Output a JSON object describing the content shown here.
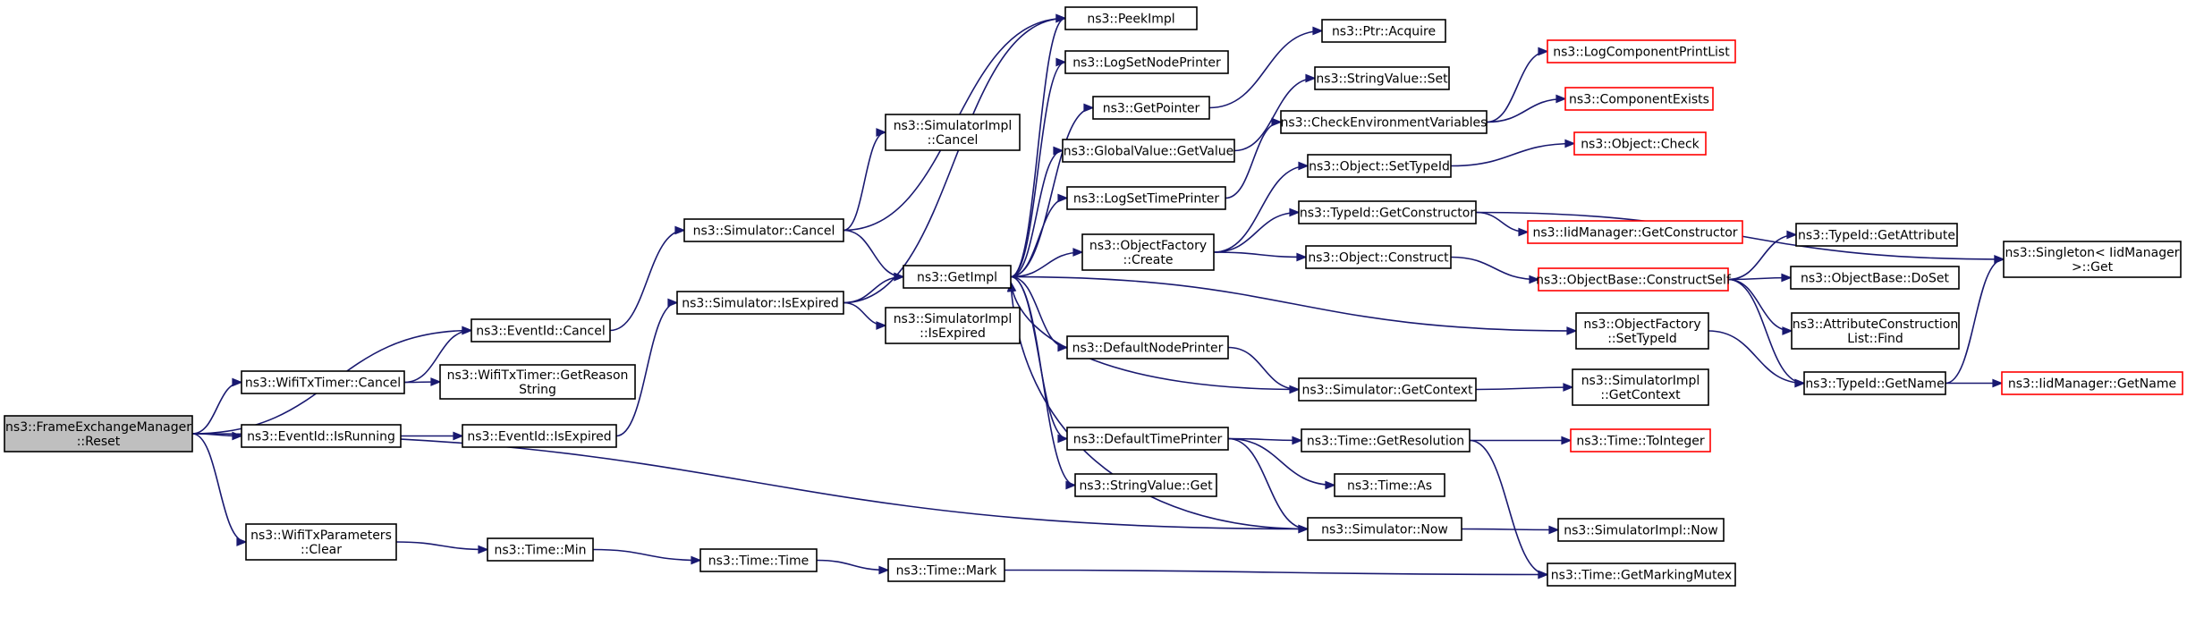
{
  "colors": {
    "edge": "#191970",
    "node_border": "#000000",
    "missing_border": "#ff0000",
    "root_fill": "#bfbfbf"
  },
  "nodes": [
    {
      "id": "reset",
      "lines": [
        "ns3::FrameExchangeManager",
        "::Reset"
      ],
      "style": "root"
    },
    {
      "id": "eventid_cancel",
      "lines": [
        "ns3::EventId::Cancel"
      ]
    },
    {
      "id": "wifitxtimer_cancel",
      "lines": [
        "ns3::WifiTxTimer::Cancel"
      ]
    },
    {
      "id": "getreasonstring",
      "lines": [
        "ns3::WifiTxTimer::GetReason",
        "String"
      ]
    },
    {
      "id": "eventid_isrunning",
      "lines": [
        "ns3::EventId::IsRunning"
      ]
    },
    {
      "id": "eventid_isexpired",
      "lines": [
        "ns3::EventId::IsExpired"
      ]
    },
    {
      "id": "wifitxparams_clear",
      "lines": [
        "ns3::WifiTxParameters",
        "::Clear"
      ]
    },
    {
      "id": "time_min",
      "lines": [
        "ns3::Time::Min"
      ]
    },
    {
      "id": "time_time",
      "lines": [
        "ns3::Time::Time"
      ]
    },
    {
      "id": "time_mark",
      "lines": [
        "ns3::Time::Mark"
      ]
    },
    {
      "id": "sim_cancel",
      "lines": [
        "ns3::Simulator::Cancel"
      ]
    },
    {
      "id": "sim_isexpired",
      "lines": [
        "ns3::Simulator::IsExpired"
      ]
    },
    {
      "id": "simimpl_cancel",
      "lines": [
        "ns3::SimulatorImpl",
        "::Cancel"
      ]
    },
    {
      "id": "simimpl_isexpired",
      "lines": [
        "ns3::SimulatorImpl",
        "::IsExpired"
      ]
    },
    {
      "id": "getimpl",
      "lines": [
        "ns3::GetImpl"
      ]
    },
    {
      "id": "peekimpl",
      "lines": [
        "ns3::PeekImpl"
      ]
    },
    {
      "id": "logsetnodeprinter",
      "lines": [
        "ns3::LogSetNodePrinter"
      ]
    },
    {
      "id": "getpointer",
      "lines": [
        "ns3::GetPointer"
      ]
    },
    {
      "id": "globalvalue_getvalue",
      "lines": [
        "ns3::GlobalValue::GetValue"
      ]
    },
    {
      "id": "logsettimeprinter",
      "lines": [
        "ns3::LogSetTimePrinter"
      ]
    },
    {
      "id": "objfactory_create",
      "lines": [
        "ns3::ObjectFactory",
        "::Create"
      ]
    },
    {
      "id": "defaultnodeprinter",
      "lines": [
        "ns3::DefaultNodePrinter"
      ]
    },
    {
      "id": "defaulttimeprinter",
      "lines": [
        "ns3::DefaultTimePrinter"
      ]
    },
    {
      "id": "stringvalue_get",
      "lines": [
        "ns3::StringValue::Get"
      ]
    },
    {
      "id": "ptr_acquire",
      "lines": [
        "ns3::Ptr::Acquire"
      ]
    },
    {
      "id": "stringvalue_set",
      "lines": [
        "ns3::StringValue::Set"
      ]
    },
    {
      "id": "checkenv",
      "lines": [
        "ns3::CheckEnvironmentVariables"
      ]
    },
    {
      "id": "object_settypeid",
      "lines": [
        "ns3::Object::SetTypeId"
      ]
    },
    {
      "id": "typeid_getconstructor",
      "lines": [
        "ns3::TypeId::GetConstructor"
      ]
    },
    {
      "id": "object_construct",
      "lines": [
        "ns3::Object::Construct"
      ]
    },
    {
      "id": "objfactory_settypeid",
      "lines": [
        "ns3::ObjectFactory",
        "::SetTypeId"
      ]
    },
    {
      "id": "sim_getcontext",
      "lines": [
        "ns3::Simulator::GetContext"
      ]
    },
    {
      "id": "time_getresolution",
      "lines": [
        "ns3::Time::GetResolution"
      ]
    },
    {
      "id": "time_as",
      "lines": [
        "ns3::Time::As"
      ]
    },
    {
      "id": "sim_now",
      "lines": [
        "ns3::Simulator::Now"
      ]
    },
    {
      "id": "logcomponentprintlist",
      "lines": [
        "ns3::LogComponentPrintList"
      ],
      "style": "red"
    },
    {
      "id": "componentexists",
      "lines": [
        "ns3::ComponentExists"
      ],
      "style": "red"
    },
    {
      "id": "object_check",
      "lines": [
        "ns3::Object::Check"
      ],
      "style": "red"
    },
    {
      "id": "iidmanager_getconstructor",
      "lines": [
        "ns3::IidManager::GetConstructor"
      ],
      "style": "red"
    },
    {
      "id": "objectbase_constructself",
      "lines": [
        "ns3::ObjectBase::ConstructSelf"
      ],
      "style": "red"
    },
    {
      "id": "simimpl_getcontext",
      "lines": [
        "ns3::SimulatorImpl",
        "::GetContext"
      ]
    },
    {
      "id": "time_tointeger",
      "lines": [
        "ns3::Time::ToInteger"
      ],
      "style": "red"
    },
    {
      "id": "simimpl_now",
      "lines": [
        "ns3::SimulatorImpl::Now"
      ]
    },
    {
      "id": "time_getmarkingmutex",
      "lines": [
        "ns3::Time::GetMarkingMutex"
      ]
    },
    {
      "id": "typeid_getattribute",
      "lines": [
        "ns3::TypeId::GetAttribute"
      ]
    },
    {
      "id": "objectbase_doset",
      "lines": [
        "ns3::ObjectBase::DoSet"
      ]
    },
    {
      "id": "attrconstructionlist_find",
      "lines": [
        "ns3::AttributeConstruction",
        "List::Find"
      ]
    },
    {
      "id": "typeid_getname",
      "lines": [
        "ns3::TypeId::GetName"
      ]
    },
    {
      "id": "singleton_get",
      "lines": [
        "ns3::Singleton< IidManager",
        ">::Get"
      ]
    },
    {
      "id": "iidmanager_getname",
      "lines": [
        "ns3::IidManager::GetName"
      ],
      "style": "red"
    }
  ],
  "edges": [
    [
      "reset",
      "eventid_cancel"
    ],
    [
      "reset",
      "wifitxtimer_cancel"
    ],
    [
      "reset",
      "eventid_isrunning"
    ],
    [
      "reset",
      "wifitxparams_clear"
    ],
    [
      "reset",
      "sim_now"
    ],
    [
      "wifitxtimer_cancel",
      "eventid_cancel"
    ],
    [
      "wifitxtimer_cancel",
      "getreasonstring"
    ],
    [
      "eventid_isrunning",
      "eventid_isexpired"
    ],
    [
      "eventid_cancel",
      "sim_cancel"
    ],
    [
      "eventid_isexpired",
      "sim_isexpired"
    ],
    [
      "wifitxparams_clear",
      "time_min"
    ],
    [
      "time_min",
      "time_time"
    ],
    [
      "time_time",
      "time_mark"
    ],
    [
      "time_mark",
      "time_getmarkingmutex"
    ],
    [
      "sim_cancel",
      "simimpl_cancel"
    ],
    [
      "sim_cancel",
      "getimpl"
    ],
    [
      "sim_cancel",
      "peekimpl"
    ],
    [
      "sim_isexpired",
      "getimpl"
    ],
    [
      "sim_isexpired",
      "simimpl_isexpired"
    ],
    [
      "sim_isexpired",
      "peekimpl"
    ],
    [
      "getimpl",
      "peekimpl"
    ],
    [
      "getimpl",
      "logsetnodeprinter"
    ],
    [
      "getimpl",
      "getpointer"
    ],
    [
      "getimpl",
      "globalvalue_getvalue"
    ],
    [
      "getimpl",
      "logsettimeprinter"
    ],
    [
      "getimpl",
      "objfactory_create"
    ],
    [
      "getimpl",
      "defaultnodeprinter"
    ],
    [
      "getimpl",
      "defaulttimeprinter"
    ],
    [
      "getimpl",
      "stringvalue_get"
    ],
    [
      "getimpl",
      "objfactory_settypeid"
    ],
    [
      "getpointer",
      "ptr_acquire"
    ],
    [
      "globalvalue_getvalue",
      "stringvalue_set"
    ],
    [
      "logsettimeprinter",
      "checkenv"
    ],
    [
      "checkenv",
      "logcomponentprintlist"
    ],
    [
      "checkenv",
      "componentexists"
    ],
    [
      "objfactory_create",
      "object_settypeid"
    ],
    [
      "objfactory_create",
      "typeid_getconstructor"
    ],
    [
      "objfactory_create",
      "object_construct"
    ],
    [
      "object_settypeid",
      "object_check"
    ],
    [
      "typeid_getconstructor",
      "iidmanager_getconstructor"
    ],
    [
      "typeid_getconstructor",
      "singleton_get"
    ],
    [
      "object_construct",
      "objectbase_constructself"
    ],
    [
      "objectbase_constructself",
      "typeid_getattribute"
    ],
    [
      "objectbase_constructself",
      "objectbase_doset"
    ],
    [
      "objectbase_constructself",
      "attrconstructionlist_find"
    ],
    [
      "objectbase_constructself",
      "typeid_getname"
    ],
    [
      "objfactory_settypeid",
      "typeid_getname"
    ],
    [
      "typeid_getname",
      "singleton_get"
    ],
    [
      "typeid_getname",
      "iidmanager_getname"
    ],
    [
      "defaultnodeprinter",
      "sim_getcontext"
    ],
    [
      "sim_getcontext",
      "getimpl"
    ],
    [
      "sim_getcontext",
      "simimpl_getcontext"
    ],
    [
      "defaulttimeprinter",
      "time_getresolution"
    ],
    [
      "defaulttimeprinter",
      "time_as"
    ],
    [
      "defaulttimeprinter",
      "sim_now"
    ],
    [
      "time_getresolution",
      "time_tointeger"
    ],
    [
      "time_getresolution",
      "time_getmarkingmutex"
    ],
    [
      "sim_now",
      "getimpl"
    ],
    [
      "sim_now",
      "simimpl_now"
    ]
  ]
}
